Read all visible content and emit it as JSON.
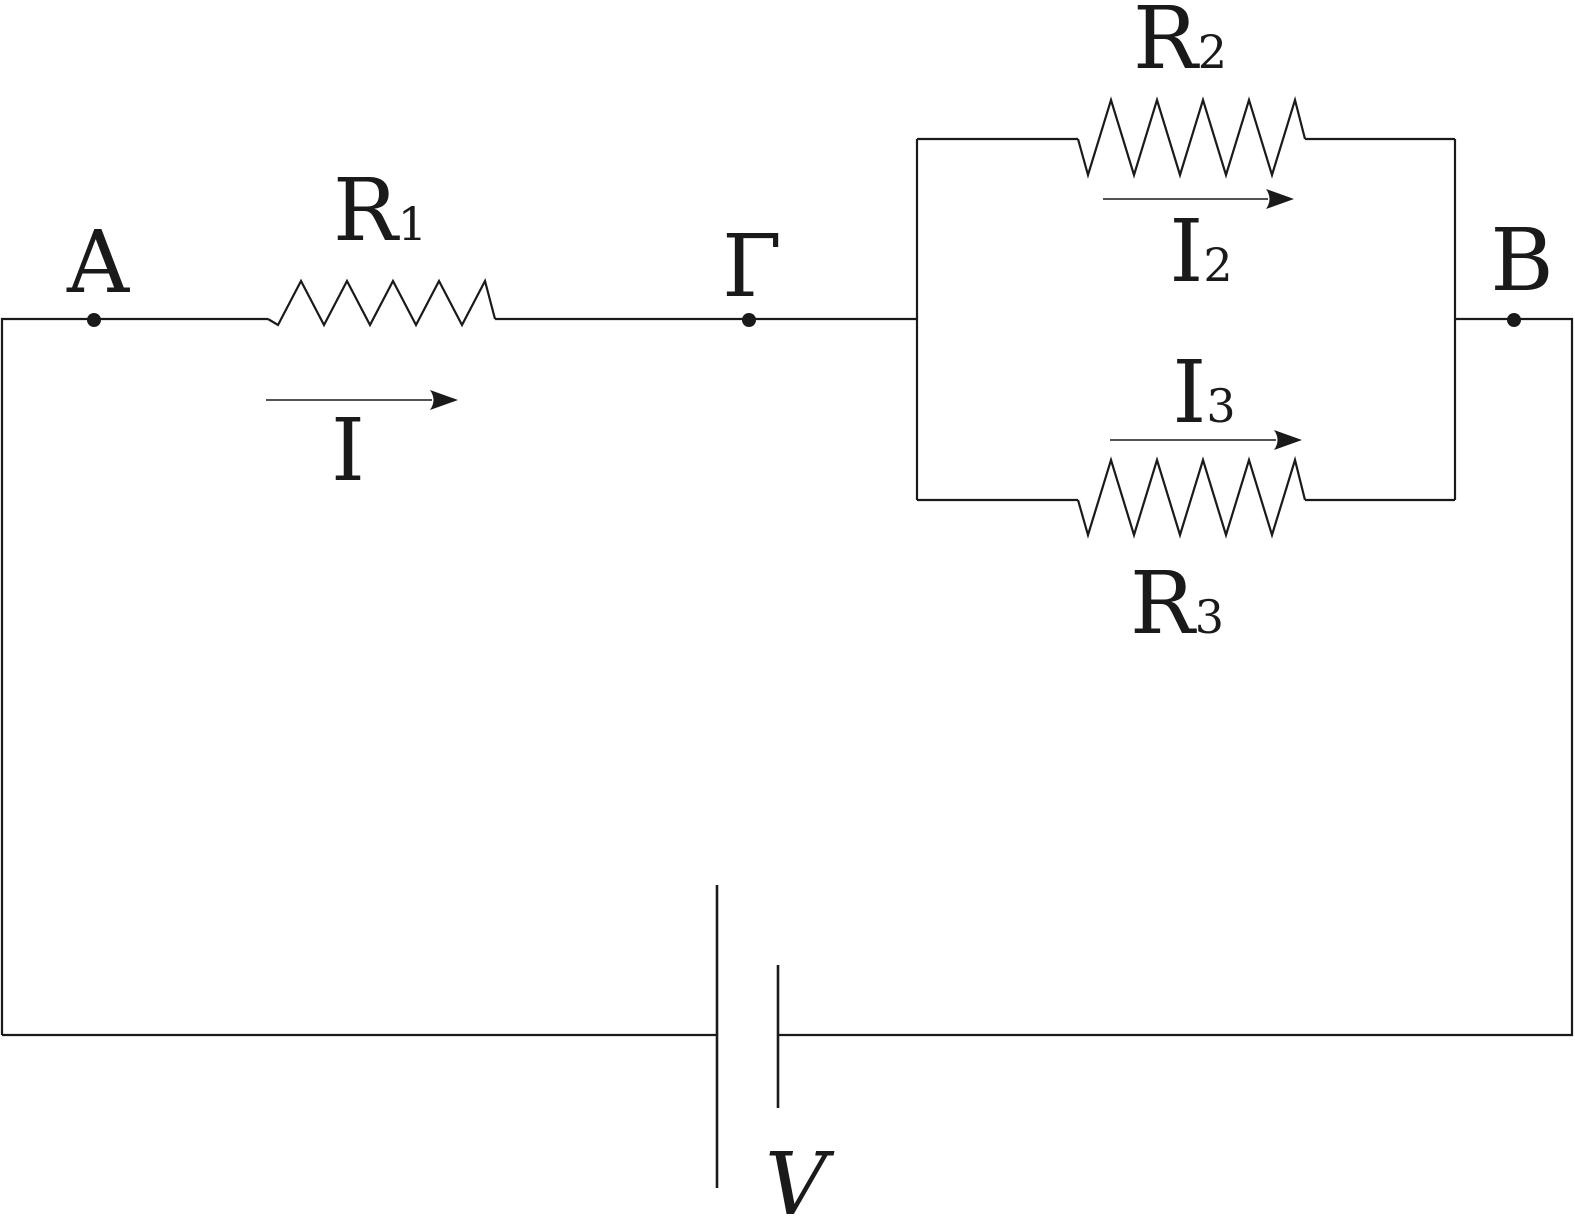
{
  "labels": {
    "node_a": "A",
    "node_gamma": "Γ",
    "node_b": "B",
    "resistor_1": {
      "main": "R",
      "sub": "1"
    },
    "resistor_2": {
      "main": "R",
      "sub": "2"
    },
    "resistor_3": {
      "main": "R",
      "sub": "3"
    },
    "current_total": {
      "main": "I",
      "sub": ""
    },
    "current_2": {
      "main": "I",
      "sub": "2"
    },
    "current_3": {
      "main": "I",
      "sub": "3"
    },
    "voltage": "V"
  },
  "colors": {
    "ink": "#1a1a1a",
    "background": "#ffffff"
  }
}
